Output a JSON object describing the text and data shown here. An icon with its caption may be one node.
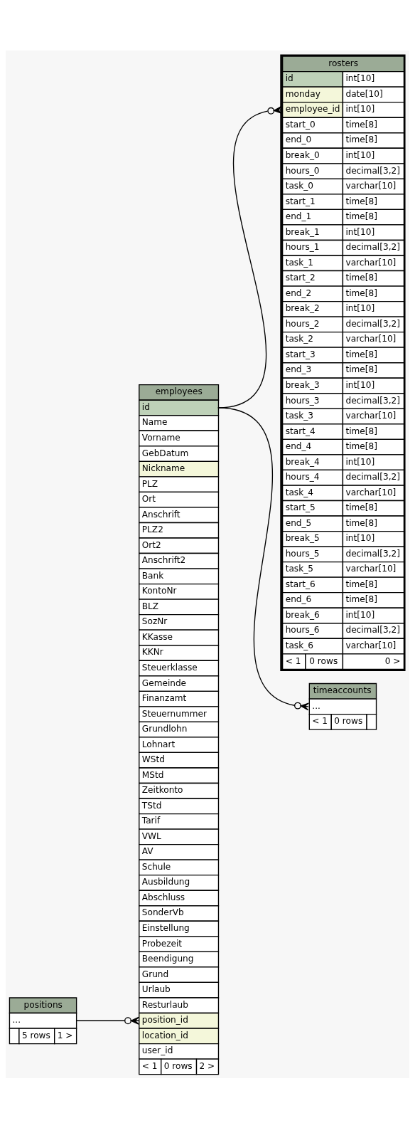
{
  "diagram": {
    "nodes": [
      {
        "text": [
          "rosters",
          "id",
          "int[10]",
          "monday",
          "date[10]",
          "employee_id",
          "int[10]",
          "start_0",
          "time[8]",
          "end_0",
          "time[8]",
          "break_0",
          "int[10]",
          "hours_0",
          "decimal[3,2]",
          "task_0",
          "varchar[10]",
          "start_1",
          "time[8]",
          "end_1",
          "time[8]",
          "break_1",
          "int[10]",
          "hours_1",
          "decimal[3,2]",
          "task_1",
          "varchar[10]",
          "start_2",
          "time[8]",
          "end_2",
          "time[8]",
          "break_2",
          "int[10]",
          "hours_2",
          "decimal[3,2]",
          "task_2",
          "varchar[10]",
          "start_3",
          "time[8]",
          "end_3",
          "time[8]",
          "break_3",
          "int[10]",
          "hours_3",
          "decimal[3,2]",
          "task_3",
          "varchar[10]",
          "start_4",
          "time[8]",
          "end_4",
          "time[8]",
          "break_4",
          "int[10]",
          "hours_4",
          "decimal[3,2]",
          "task_4",
          "varchar[10]",
          "start_5",
          "time[8]",
          "end_5",
          "time[8]",
          "break_5",
          "int[10]",
          "hours_5",
          "decimal[3,2]",
          "task_5",
          "varchar[10]",
          "start_6",
          "time[8]",
          "end_6",
          "time[8]",
          "break_6",
          "int[10]",
          "hours_6",
          "decimal[3,2]",
          "task_6",
          "varchar[10]",
          "< 1",
          "0 rows",
          "0 >"
        ]
      },
      {
        "text": [
          "employees",
          "id",
          "Name",
          "Vorname",
          "GebDatum",
          "Nickname",
          "PLZ",
          "Ort",
          "Anschrift",
          "PLZ2",
          "Ort2",
          "Anschrift2",
          "Bank",
          "KontoNr",
          "BLZ",
          "SozNr",
          "KKasse",
          "KKNr",
          "Steuerklasse",
          "Gemeinde",
          "Finanzamt",
          "Steuernummer",
          "Grundlohn",
          "Lohnart",
          "WStd",
          "MStd",
          "Zeitkonto",
          "TStd",
          "Tarif",
          "VWL",
          "AV",
          "Schule",
          "Ausbildung",
          "Abschluss",
          "SonderVb",
          "Einstellung",
          "Probezeit",
          "Beendigung",
          "Grund",
          "Urlaub",
          "Resturlaub",
          "position_id",
          "location_id",
          "user_id",
          "< 1",
          "0 rows",
          "2 >"
        ]
      },
      {
        "text": [
          "timeaccounts",
          "...",
          "< 1",
          "0 rows"
        ]
      },
      {
        "text": [
          "positions",
          "...",
          "5 rows",
          "1 >"
        ]
      }
    ],
    "edges": [
      {
        "from": 0,
        "to": 1,
        "arrow": "other"
      },
      {
        "from": 2,
        "to": 1,
        "arrow": "other"
      },
      {
        "from": 1,
        "to": 3,
        "arrow": "other"
      }
    ]
  }
}
